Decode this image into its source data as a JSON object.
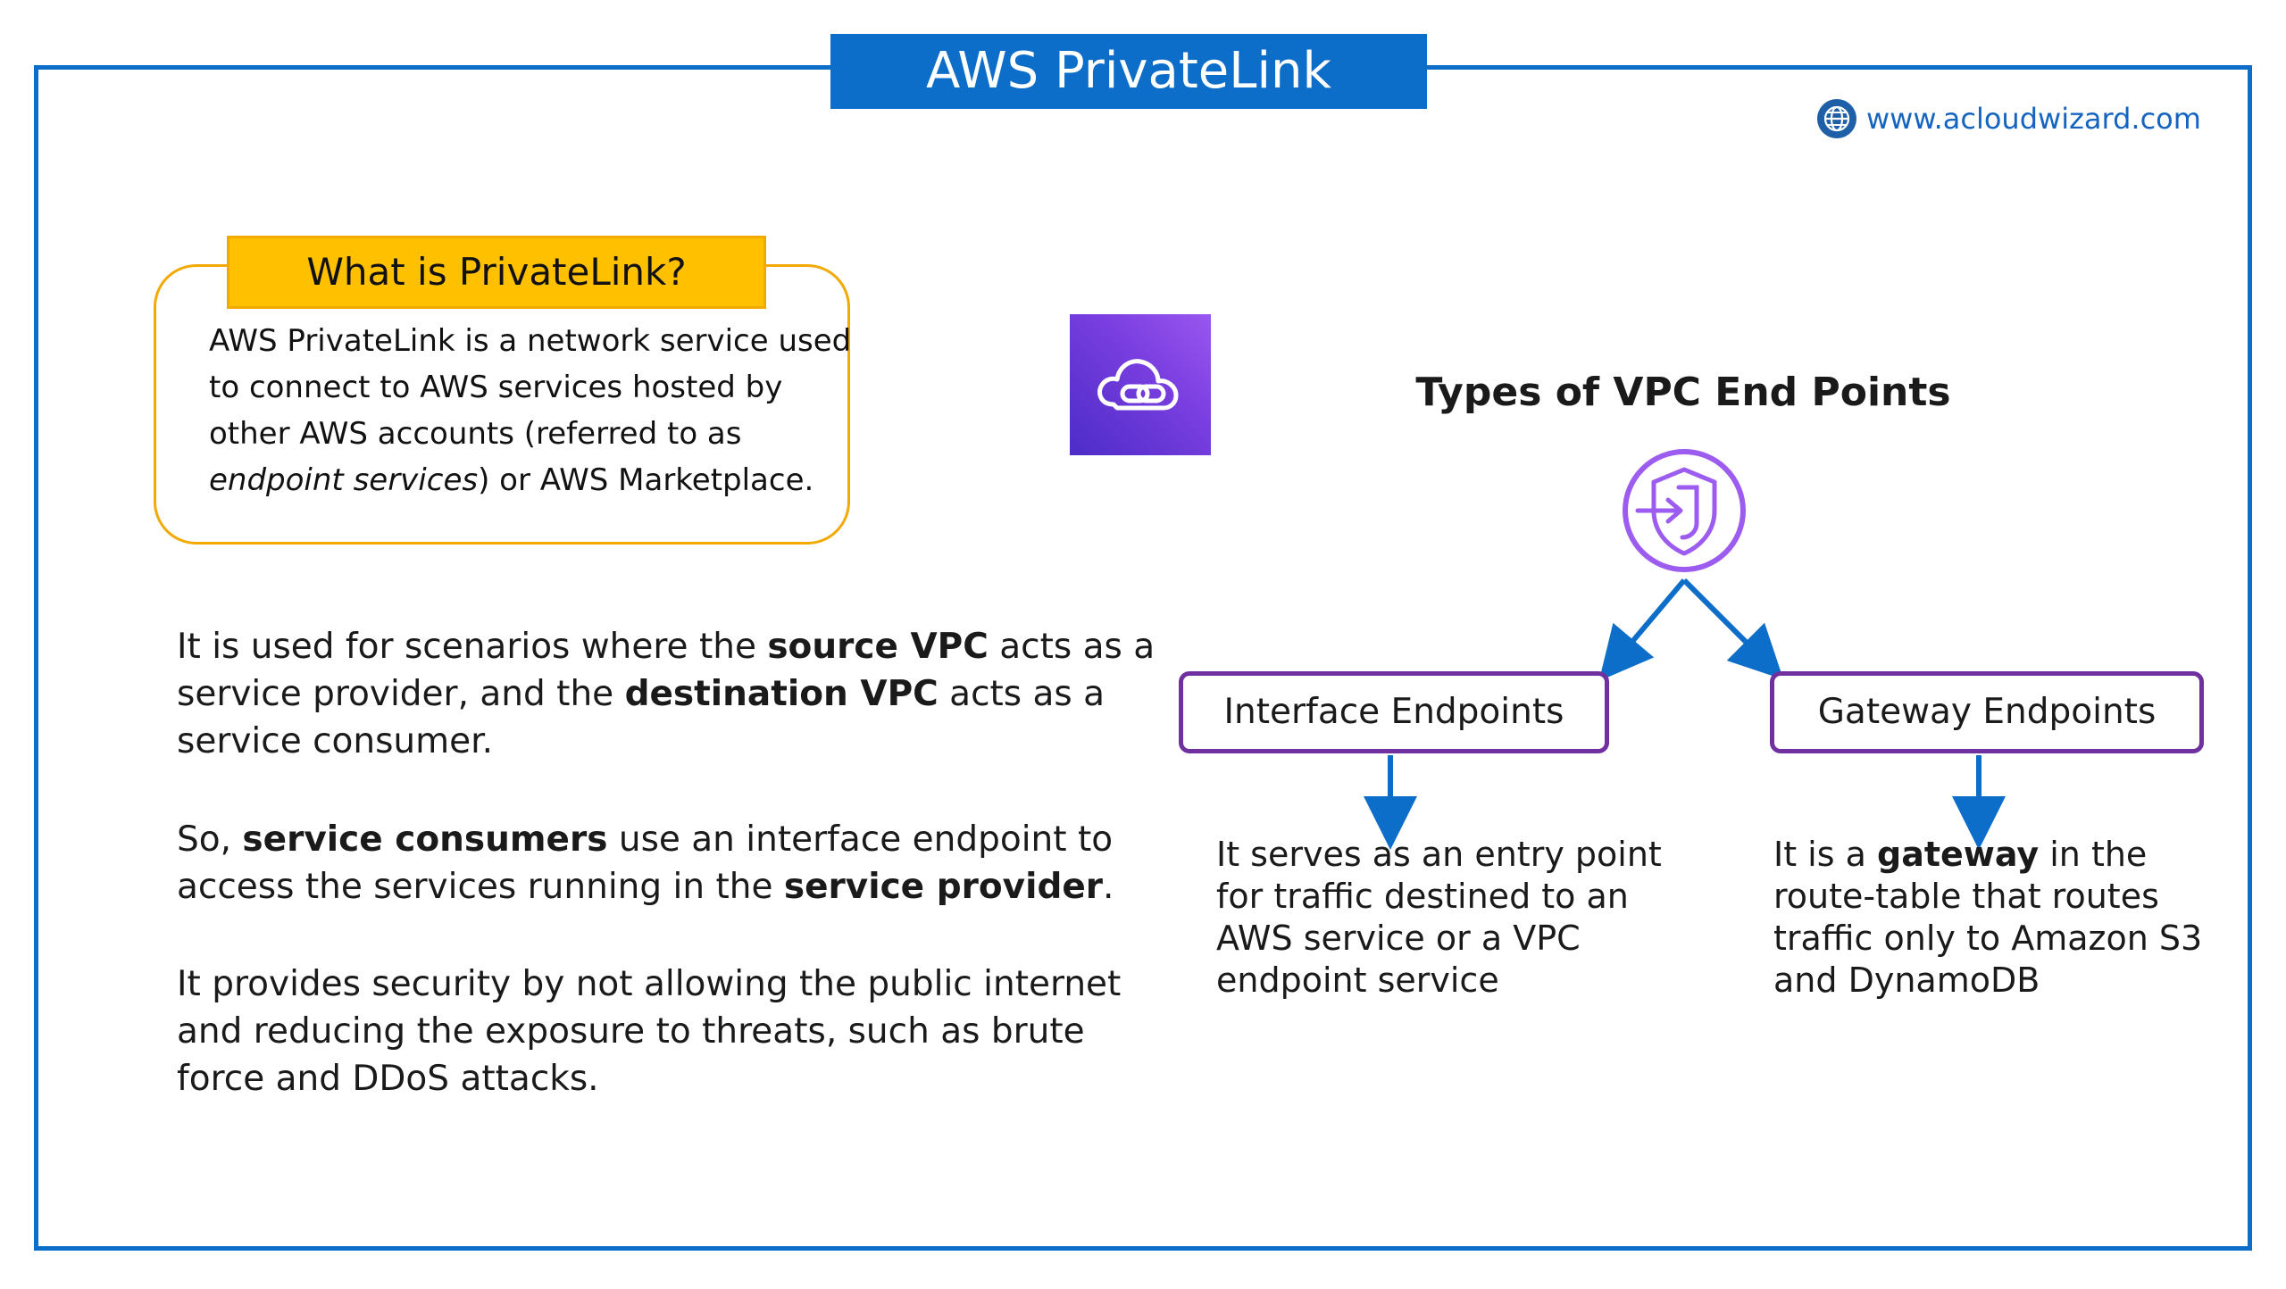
{
  "header": {
    "title": "AWS PrivateLink",
    "website": "www.acloudwizard.com"
  },
  "definition": {
    "heading": "What is PrivateLink?",
    "text_1": "AWS PrivateLink is a network service used to connect to AWS services hosted by other AWS accounts (referred to as ",
    "text_em_1": "endpoint services",
    "text_2": ") or AWS Marketplace."
  },
  "paragraphs": {
    "p1_a": "It is used for scenarios where the ",
    "p1_b": "source VPC",
    "p1_c": " acts as a service provider, and the ",
    "p1_d": "destination VPC",
    "p1_e": " acts as a service consumer.",
    "p2_a": "So, ",
    "p2_b": "service consumers",
    "p2_c": " use an interface endpoint to access the services running in the ",
    "p2_d": "service provider",
    "p2_e": ".",
    "p3": "It provides security by not allowing the public internet and reducing the exposure to threats, such as brute force and DDoS attacks."
  },
  "vpc_types": {
    "title": "Types of VPC End Points",
    "interface": {
      "label": "Interface Endpoints",
      "description": "It serves as an entry point for traffic destined to an AWS service or a VPC endpoint service"
    },
    "gateway": {
      "label": "Gateway Endpoints",
      "desc_a": "It is a ",
      "desc_b": "gateway",
      "desc_c": " in the route-table that routes traffic only to Amazon S3 and DynamoDB"
    }
  },
  "colors": {
    "frame_blue": "#0d6ec9",
    "definition_yellow": "#ffc000",
    "definition_border": "#f2a900",
    "endpoint_purple": "#7030a0",
    "icon_purple": "#9d5cf0",
    "aws_icon_gradient": [
      "#4c2cc7",
      "#9a57f0"
    ]
  },
  "icons": {
    "website": "globe-icon",
    "service": "privatelink-cloud-icon",
    "vpc_endpoint": "vpc-endpoint-shield-icon"
  }
}
